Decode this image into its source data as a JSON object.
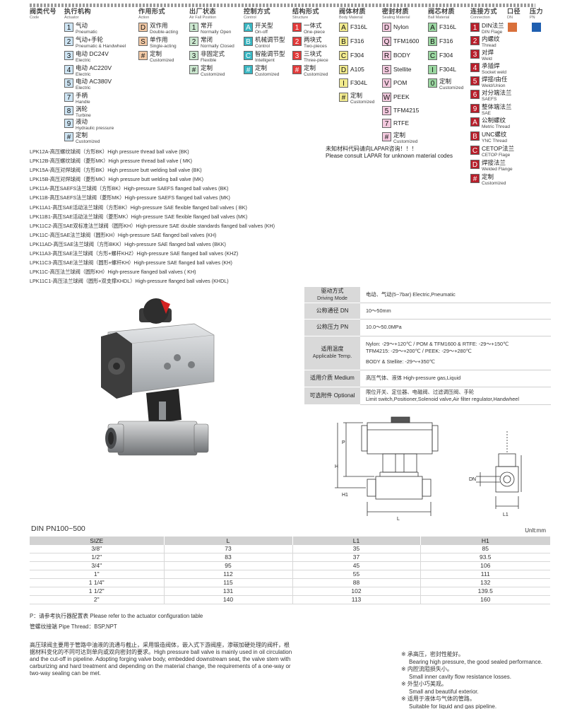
{
  "headers": [
    {
      "zh": "阀类代号",
      "en": "Code"
    },
    {
      "zh": "执行机构",
      "en": "Actuator"
    },
    {
      "zh": "作用形式",
      "en": "Action"
    },
    {
      "zh": "出厂状态",
      "en": "Air Fall Position"
    },
    {
      "zh": "控制方式",
      "en": "Control"
    },
    {
      "zh": "结构形式",
      "en": "Structure"
    },
    {
      "zh": "阀体材质",
      "en": "Body Material"
    },
    {
      "zh": "密封材质",
      "en": "Sealing Material"
    },
    {
      "zh": "阀芯材质",
      "en": "Ball Material"
    },
    {
      "zh": "连接方式",
      "en": "Connection"
    },
    {
      "zh": "口径",
      "en": "DN"
    },
    {
      "zh": "压力",
      "en": "PN"
    }
  ],
  "actuator": [
    {
      "code": "1",
      "zh": "气动",
      "en": "Pneumatic"
    },
    {
      "code": "2",
      "zh": "气动+手轮",
      "en": "Pneumatic & Handwheel"
    },
    {
      "code": "3",
      "zh": "电动 DC24V",
      "en": "Electric"
    },
    {
      "code": "4",
      "zh": "电动 AC220V",
      "en": "Electric"
    },
    {
      "code": "5",
      "zh": "电动 AC380V",
      "en": "Electric"
    },
    {
      "code": "7",
      "zh": "手柄",
      "en": "Handle"
    },
    {
      "code": "8",
      "zh": "涡轮",
      "en": "Turbine"
    },
    {
      "code": "9",
      "zh": "液动",
      "en": "Hydraulic pressure"
    },
    {
      "code": "#",
      "zh": "定制",
      "en": "Customized"
    }
  ],
  "action": [
    {
      "code": "D",
      "zh": "双作用",
      "en": "Double-acting"
    },
    {
      "code": "S",
      "zh": "单作用",
      "en": "Single-acting"
    },
    {
      "code": "#",
      "zh": "定制",
      "en": "Customized"
    }
  ],
  "airfall": [
    {
      "code": "1",
      "zh": "常开",
      "en": "Normally Open"
    },
    {
      "code": "2",
      "zh": "常闭",
      "en": "Normally Closed"
    },
    {
      "code": "3",
      "zh": "非固定式",
      "en": "Flexible"
    },
    {
      "code": "#",
      "zh": "定制",
      "en": "Customized"
    }
  ],
  "control": [
    {
      "code": "A",
      "zh": "开关型",
      "en": "On-off"
    },
    {
      "code": "B",
      "zh": "机械调节型",
      "en": "Control"
    },
    {
      "code": "C",
      "zh": "智能调节型",
      "en": "Intelligent"
    },
    {
      "code": "#",
      "zh": "定制",
      "en": "Customized"
    }
  ],
  "structure": [
    {
      "code": "1",
      "zh": "一体式",
      "en": "One-piece"
    },
    {
      "code": "2",
      "zh": "两块式",
      "en": "Two-pieces"
    },
    {
      "code": "3",
      "zh": "三块式",
      "en": "Three-piece"
    },
    {
      "code": "#",
      "zh": "定制",
      "en": "Customized"
    }
  ],
  "body": [
    {
      "code": "A",
      "zh": "F316L"
    },
    {
      "code": "B",
      "zh": "F316"
    },
    {
      "code": "C",
      "zh": "F304"
    },
    {
      "code": "D",
      "zh": "A105"
    },
    {
      "code": "I",
      "zh": "F304L"
    },
    {
      "code": "#",
      "zh": "定制",
      "en": "Customized"
    }
  ],
  "seal": [
    {
      "code": "D",
      "zh": "Nylon"
    },
    {
      "code": "Q",
      "zh": "TFM1600"
    },
    {
      "code": "R",
      "zh": "BODY"
    },
    {
      "code": "S",
      "zh": "Stellite"
    },
    {
      "code": "V",
      "zh": "POM"
    },
    {
      "code": "W",
      "zh": "PEEK"
    },
    {
      "code": "5",
      "zh": "TFM4215"
    },
    {
      "code": "7",
      "zh": "RTFE"
    },
    {
      "code": "#",
      "zh": "定制",
      "en": "Customized"
    }
  ],
  "ball": [
    {
      "code": "A",
      "zh": "F316L"
    },
    {
      "code": "B",
      "zh": "F316"
    },
    {
      "code": "C",
      "zh": "F304"
    },
    {
      "code": "I",
      "zh": "F304L"
    },
    {
      "code": "0",
      "zh": "定制",
      "en": "Customized"
    }
  ],
  "connection": [
    {
      "code": "1",
      "zh": "DIN法兰",
      "en": "DIN Flage"
    },
    {
      "code": "2",
      "zh": "内螺纹",
      "en": "Thread"
    },
    {
      "code": "3",
      "zh": "对焊",
      "en": "Weld"
    },
    {
      "code": "4",
      "zh": "承插焊",
      "en": "Socket weld"
    },
    {
      "code": "5",
      "zh": "焊接/由任",
      "en": "Weld/Union"
    },
    {
      "code": "6",
      "zh": "对分端法兰",
      "en": "SAEFS"
    },
    {
      "code": "9",
      "zh": "整体端法兰",
      "en": "SAE"
    },
    {
      "code": "A",
      "zh": "公制螺纹",
      "en": "Metric Thread"
    },
    {
      "code": "B",
      "zh": "UNC螺纹",
      "en": "YNC Thread"
    },
    {
      "code": "C",
      "zh": "CETOP法兰",
      "en": "CETOP Flage"
    },
    {
      "code": "D",
      "zh": "焊接法兰",
      "en": "Welded Flange"
    },
    {
      "code": "#",
      "zh": "定制",
      "en": "Customized"
    }
  ],
  "colors": {
    "dn": "#d9703b",
    "pn": "#1f5fb0"
  },
  "material_note": {
    "zh": "未知材料代码请向LAPAR咨询！！！",
    "en": "Please consult LAPAR for unknown material codes"
  },
  "models": [
    "LPK12A-高压螺纹球阀（方形BK）High pressure thread ball valve (BK)",
    "LPK12B-高压螺纹球阀（菱形MK）High pressure thread ball valve ( MK)",
    "LPK15A-高压对焊球阀（方形BK）High pressure butt welding ball valve (BK)",
    "LPK15B-高压对焊球阀（菱形MK）High pressure butt welding ball valve (MK)",
    "LPK11A-高压SAEFS法兰球阀（方形BK）High-pressure SAEFS flanged ball valves (BK)",
    "LPK11B-高压SAEFS法兰球阀（菱形MK）High-pressure SAEFS flanged ball valves (MK)",
    "LPK11A1-高压SAE活动法兰球阀（方形BK）High-pressure SAE  flexible flanged ball valves ( BK)",
    "LPK11B1-高压SAE活动法兰球阀（菱形MK）High-pressure SAE  flexible flanged ball valves (MK)",
    "LPK11C2-高压SAE双标准法兰球阀（圆形KH）High-pressure SAE double standards flanged ball valves (KH)",
    "LPK11C-高压SAE法兰球阀（圆形KH）High-pressure SAE flanged ball valves (KH)",
    "LPK11AD-高压SAE法兰球阀（方形BKK）High-pressure SAE flanged ball valves (BKK)",
    "LPK11A3-高压SAE法兰球阀（方形+螺杆KHZ）High-pressure SAE flanged ball valves (KHZ)",
    "LPK11C3-高压SAE法兰球阀（圆形+螺杆KH）High-pressure SAE flanged ball valves (KH)",
    "LPK11C-高压法兰球阀（圆形KH）High-pressure flanged ball valves ( KH)",
    "LPK11C1-高压法兰球阀（圆形+双支撑KHDL）High-pressure flanged ball valves (KHDL)"
  ],
  "spec": [
    {
      "k_zh": "驱动方式",
      "k_en": "Driving Mode",
      "v": [
        "电动、气动(5~7bar) Electric,Pneumatic"
      ]
    },
    {
      "k_zh": "公称通径 DN",
      "k_en": "",
      "v": [
        "10～50mm"
      ]
    },
    {
      "k_zh": "公称压力 PN",
      "k_en": "",
      "v": [
        "10.0～50.0MPa"
      ]
    },
    {
      "k_zh": "适用温度",
      "k_en": "Applicable Temp.",
      "v": [
        "Nylon: -29～+120℃ / POM & TFM1600 & RTFE: -29～+150℃",
        "TFM4215: -29～+200℃ / PEEK: -29～+280℃",
        "BODY & Stellite: -29～+350℃"
      ]
    },
    {
      "k_zh": "适用介质 Medium",
      "k_en": "",
      "v": [
        "高压气体、液体  High-pressure gas,Liquid"
      ]
    },
    {
      "k_zh": "可选附件 Optional",
      "k_en": "",
      "v": [
        "限位开关、定位器、电磁阀、过滤调压阀、手轮",
        "Limit switch,Positioner,Solenoid valve,Air filter regulator,Handwheel"
      ]
    }
  ],
  "drawing_labels": {
    "p": "P",
    "h": "H",
    "h1": "H1",
    "l": "L",
    "dn": "DN",
    "l1": "L1"
  },
  "size_title": "DIN PN100~500",
  "unit": "Unlt:mm",
  "size_headers": [
    "SIZE",
    "L",
    "L1",
    "H1"
  ],
  "sizes": [
    [
      "3/8\"",
      "73",
      "35",
      "85"
    ],
    [
      "1/2\"",
      "83",
      "37",
      "93.5"
    ],
    [
      "3/4\"",
      "95",
      "45",
      "106"
    ],
    [
      "1\"",
      "112",
      "55",
      "111"
    ],
    [
      "1 1/4\"",
      "115",
      "88",
      "132"
    ],
    [
      "1 1/2\"",
      "131",
      "102",
      "139.5"
    ],
    [
      "2\"",
      "140",
      "113",
      "160"
    ]
  ],
  "footnote1": "P：请参考执行器配置表 Please refer to the actuator configuration table",
  "footnote2": "管螺纹接端 Pipe Thread：BSP,NPT",
  "description": "        高压球阀主要用于管路中油液的流通与截止，采用锻造阀体，嵌入式下游阀座，渗碳加硬处理的阀杆，根据材料变化的不同可达到单向或双向密封的要求。High pressure ball valve is mainly used in oil circulation and the cut-off in pipeline. Adopting forging valve body, embedded downstream seat, the valve stem with carburizing and hard treatment and depending on the material change, the requirements of a one-way or two-way sealing can be met.",
  "features": [
    {
      "zh": "※ 承高压，密封性能好。",
      "en": "Bearing high pressure, the good sealed performance."
    },
    {
      "zh": "※ 内腔流阻损失小。",
      "en": "Small inner cavity flow resistance losses."
    },
    {
      "zh": "※ 外型小巧美观。",
      "en": "Small and beautiful exterior."
    },
    {
      "zh": "※ 适用于液体与气体的管路。",
      "en": "Suitable for liquid and gas pipeline."
    }
  ]
}
